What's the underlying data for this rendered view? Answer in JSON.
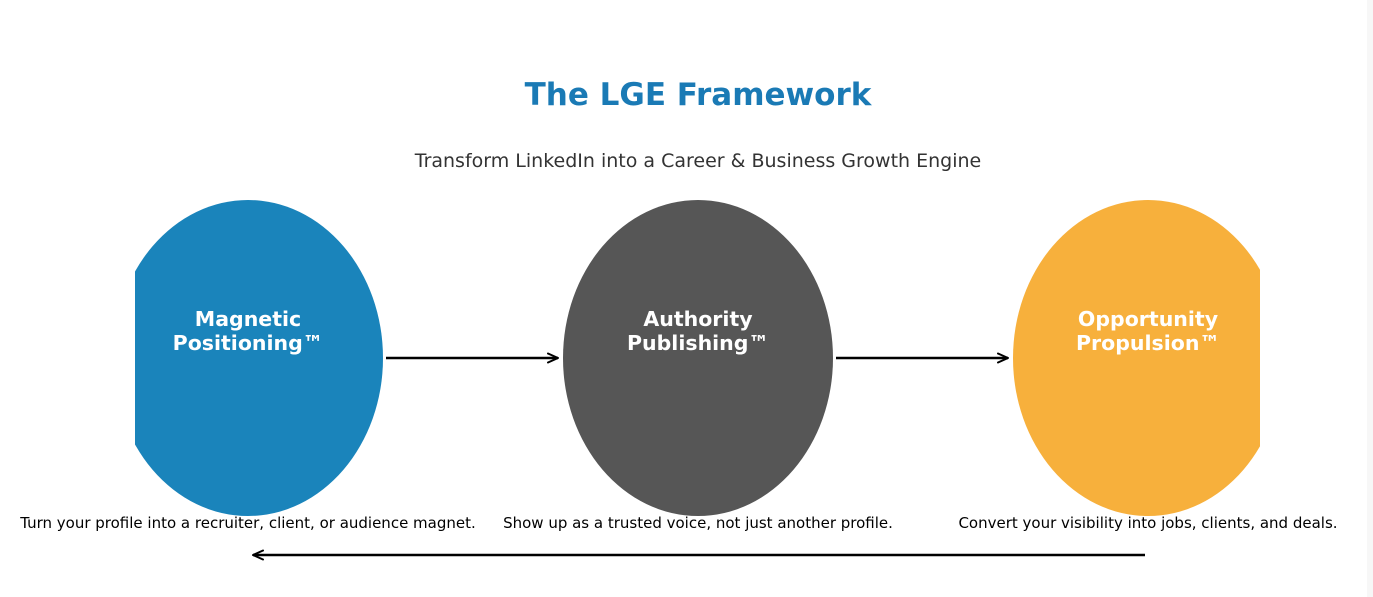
{
  "title": "The LGE Framework",
  "subtitle": "Transform LinkedIn into a Career & Business Growth Engine",
  "colors": {
    "title": "#1a7ab5",
    "arrow": "#000000"
  },
  "stages": [
    {
      "line1": "Magnetic",
      "line2": "Positioning™",
      "description": "Turn your profile into a recruiter, client, or audience magnet.",
      "color": "#1a84bb"
    },
    {
      "line1": "Authority",
      "line2": "Publishing™",
      "description": "Show up as a trusted voice, not just another profile.",
      "color": "#565656"
    },
    {
      "line1": "Opportunity",
      "line2": "Propulsion™",
      "description": "Convert your visibility into jobs, clients, and deals.",
      "color": "#f7b03c"
    }
  ]
}
